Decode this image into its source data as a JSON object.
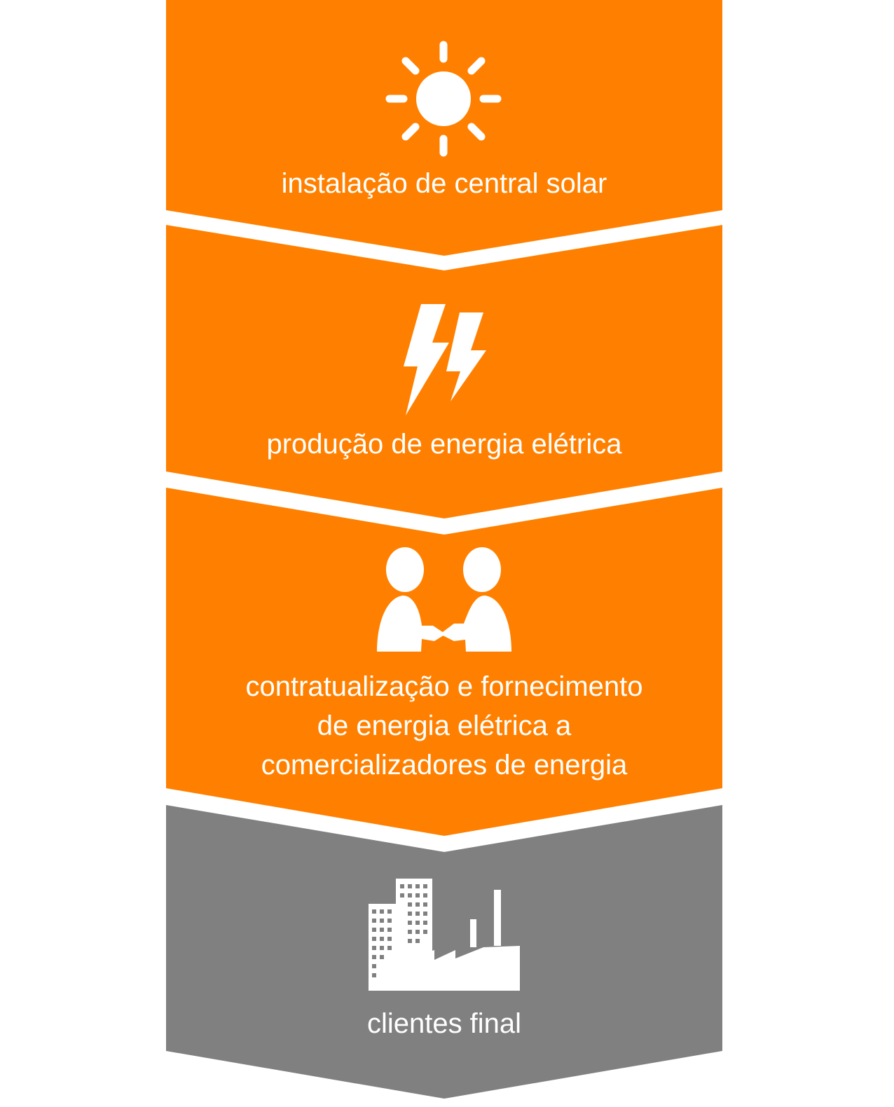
{
  "colors": {
    "orange": "#FF8000",
    "grey": "#808080",
    "icon": "#FFFFFF"
  },
  "steps": [
    {
      "icon": "sun-icon",
      "color": "#FF8000",
      "lines": [
        "instalação de central solar"
      ]
    },
    {
      "icon": "lightning-bolt-icon",
      "color": "#FF8000",
      "lines": [
        "produção de energia elétrica"
      ]
    },
    {
      "icon": "handshake-icon",
      "color": "#FF8000",
      "lines": [
        "contratualização e fornecimento",
        "de energia elétrica a",
        "comercializadores de energia"
      ]
    },
    {
      "icon": "buildings-factory-icon",
      "color": "#808080",
      "lines": [
        "clientes final"
      ]
    }
  ]
}
